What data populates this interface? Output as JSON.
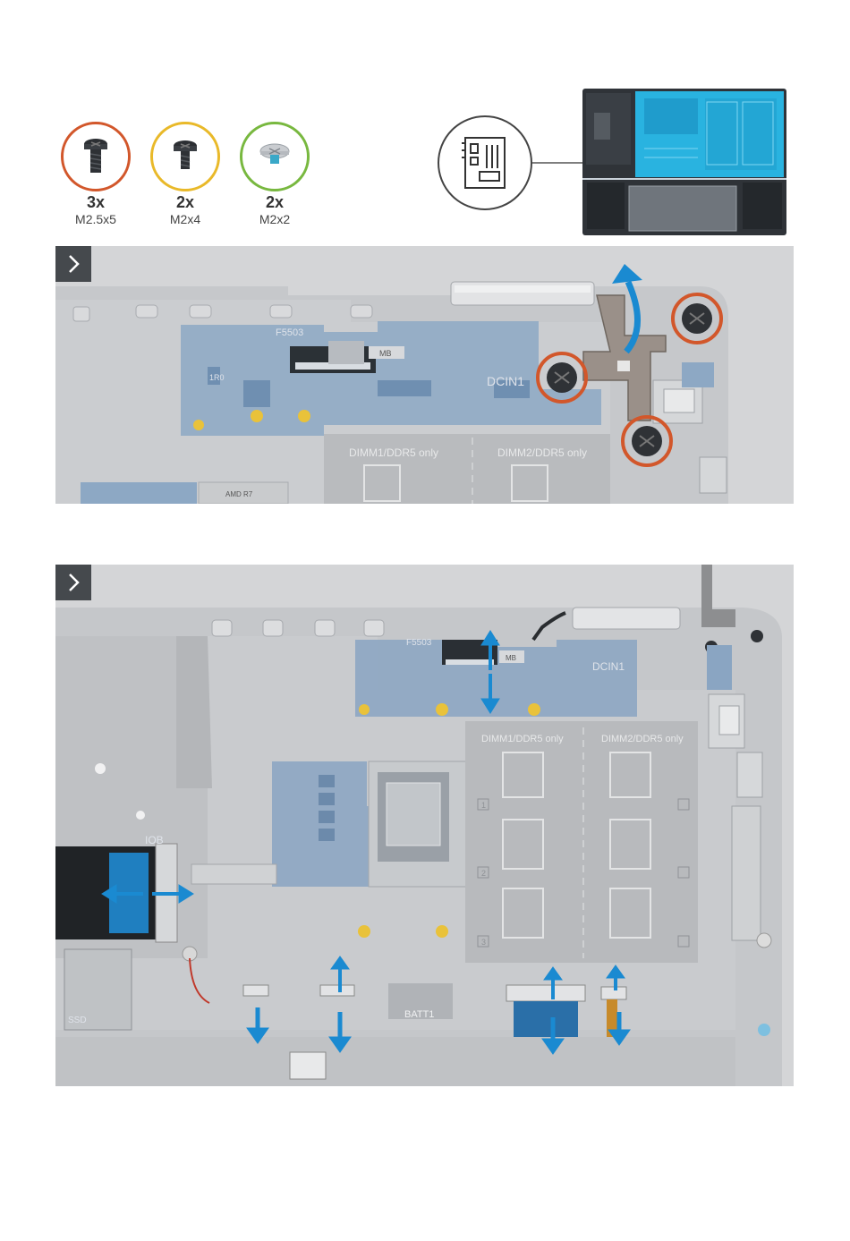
{
  "screws": [
    {
      "qty": "3x",
      "size": "M2.5x5",
      "color": "#d2572b",
      "icon": "phillips-screw-black-icon"
    },
    {
      "qty": "2x",
      "size": "M2x4",
      "color": "#e9b929",
      "icon": "phillips-screw-black-icon"
    },
    {
      "qty": "2x",
      "size": "M2x2",
      "color": "#78b83f",
      "icon": "phillips-screw-silver-icon"
    }
  ],
  "location_icon": "motherboard-icon",
  "accent_color": "#1a8ad1",
  "steps": [
    {
      "icon": "chevron-right-icon",
      "labels": {
        "mb": "MB",
        "dcin": "DCIN1",
        "board_id": "F5503",
        "dimm1": "DIMM1/DDR5 only",
        "dimm2": "DIMM2/DDR5 only",
        "chip": "1R0",
        "chip_code": "AMD R7"
      }
    },
    {
      "icon": "chevron-right-icon",
      "labels": {
        "mb": "MB",
        "dcin": "DCIN1",
        "board_id": "F5503",
        "dimm1": "DIMM1/DDR5 only",
        "dimm2": "DIMM2/DDR5 only",
        "iob": "IOB",
        "ssd": "SSD",
        "batt": "BATT1",
        "slot1": "1",
        "slot2": "2",
        "slot3": "3"
      }
    }
  ]
}
